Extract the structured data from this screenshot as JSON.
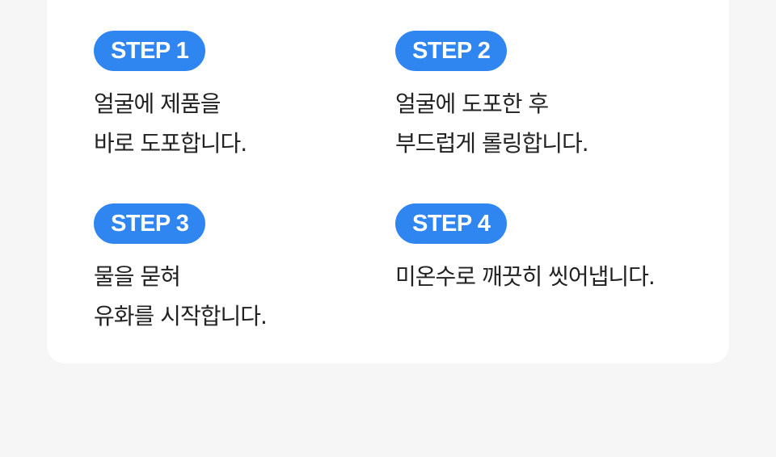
{
  "steps": [
    {
      "label": "STEP 1",
      "lines": [
        "얼굴에 제품을",
        "바로 도포합니다."
      ]
    },
    {
      "label": "STEP 2",
      "lines": [
        "얼굴에 도포한 후",
        "부드럽게 롤링합니다."
      ]
    },
    {
      "label": "STEP 3",
      "lines": [
        "물을 묻혀",
        "유화를 시작합니다."
      ]
    },
    {
      "label": "STEP 4",
      "lines": [
        "미온수로 깨끗히 씻어냅니다."
      ]
    }
  ],
  "colors": {
    "badge": "#2f86f0",
    "background": "#f6f6f6",
    "card": "#ffffff",
    "text": "#222222"
  }
}
